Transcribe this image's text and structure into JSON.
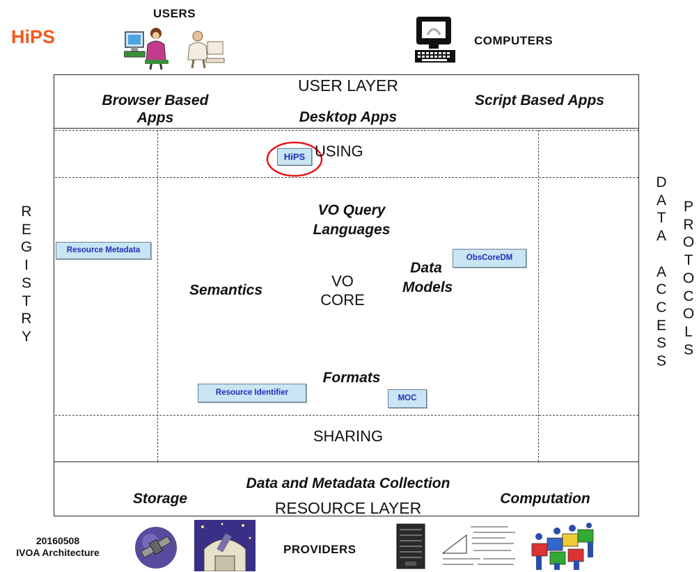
{
  "title": "HiPS",
  "headers": {
    "users": "USERS",
    "computers": "COMPUTERS",
    "providers": "PROVIDERS"
  },
  "user_layer": {
    "label": "USER LAYER",
    "browser_apps": "Browser Based Apps",
    "desktop_apps": "Desktop Apps",
    "script_apps": "Script Based Apps"
  },
  "using": {
    "label": "USING",
    "badge": "HiPS"
  },
  "core": {
    "query_languages": "VO Query Languages",
    "data_models": "Data Models",
    "semantics": "Semantics",
    "vo_core": "VO CORE",
    "formats": "Formats"
  },
  "boxes": {
    "resource_metadata": "Resource Metadata",
    "obscore": "ObsCoreDM",
    "resource_identifier": "Resource Identifier",
    "moc": "MOC"
  },
  "sharing": "SHARING",
  "resource_layer": {
    "label": "RESOURCE LAYER",
    "collection": "Data and Metadata Collection",
    "storage": "Storage",
    "computation": "Computation"
  },
  "side": {
    "registry": [
      "R",
      "E",
      "G",
      "I",
      "S",
      "T",
      "R",
      "Y"
    ],
    "data_access": [
      "D",
      "A",
      "T",
      "A",
      "",
      "A",
      "C",
      "C",
      "E",
      "S",
      "S"
    ],
    "protocols": [
      "P",
      "R",
      "O",
      "T",
      "O",
      "C",
      "O",
      "L",
      "S"
    ]
  },
  "footer": {
    "date": "20160508",
    "caption": "IVOA Architecture"
  },
  "icons": [
    "user-woman-computer-icon",
    "user-man-computer-icon",
    "computer-icon",
    "satellite-icon",
    "observatory-icon",
    "server-icon",
    "math-formulas-icon",
    "puzzle-people-icon"
  ]
}
